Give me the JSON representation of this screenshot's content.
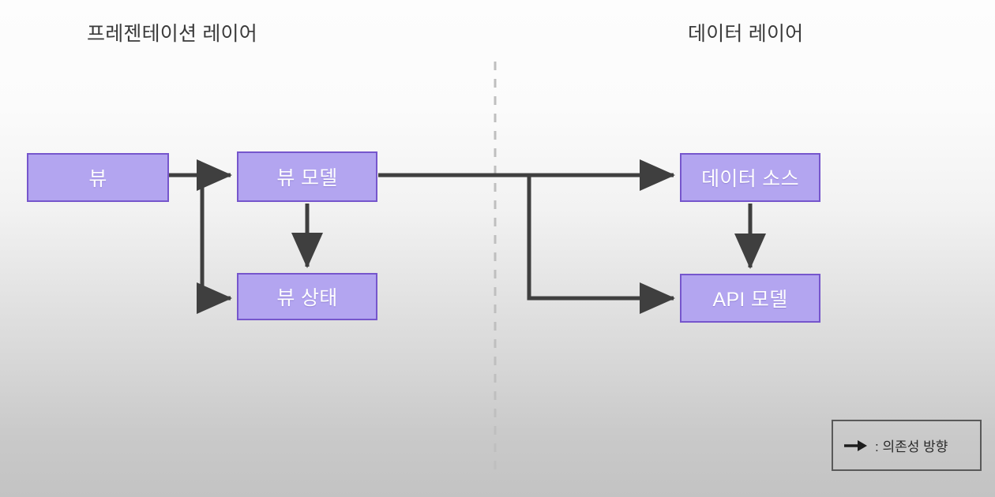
{
  "diagram": {
    "layers": [
      {
        "id": "presentation",
        "title": "프레젠테이션 레이어"
      },
      {
        "id": "data",
        "title": "데이터 레이어"
      }
    ],
    "nodes": [
      {
        "id": "view",
        "label": "뷰",
        "layer": "presentation"
      },
      {
        "id": "viewmodel",
        "label": "뷰 모델",
        "layer": "presentation"
      },
      {
        "id": "viewstate",
        "label": "뷰 상태",
        "layer": "presentation"
      },
      {
        "id": "datasource",
        "label": "데이터 소스",
        "layer": "data"
      },
      {
        "id": "apimodel",
        "label": "API 모델",
        "layer": "data"
      }
    ],
    "edges": [
      {
        "from": "view",
        "to": "viewmodel",
        "style": "arrow"
      },
      {
        "from": "view",
        "to": "viewstate",
        "style": "arrow"
      },
      {
        "from": "viewmodel",
        "to": "viewstate",
        "style": "arrow"
      },
      {
        "from": "viewmodel",
        "to": "datasource",
        "style": "arrow"
      },
      {
        "from": "viewmodel",
        "to": "apimodel",
        "style": "arrow"
      },
      {
        "from": "datasource",
        "to": "apimodel",
        "style": "arrow"
      }
    ],
    "divider": {
      "orientation": "vertical",
      "style": "dashed"
    },
    "legend": {
      "symbol": "→",
      "text": ": 의존성 방향"
    },
    "colors": {
      "node_fill": "#b3a5f0",
      "node_border": "#7656cc",
      "node_text": "#ffffff",
      "connector": "#3f3f3f",
      "title_text": "#3a3a3a",
      "divider": "#bfbfbf",
      "legend_border": "#595959"
    }
  }
}
